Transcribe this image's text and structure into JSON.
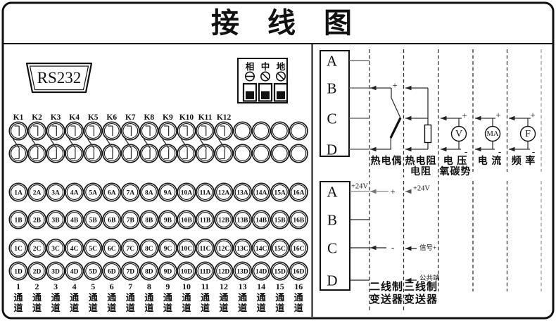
{
  "title": "接　线　图",
  "left_panel": {
    "rs232_label": "RS232",
    "power_terminals": [
      "相",
      "中",
      "地"
    ],
    "relay_labels": [
      "K1",
      "K2",
      "K3",
      "K4",
      "K5",
      "K6",
      "K7",
      "K8",
      "K9",
      "K10",
      "K11",
      "K12"
    ],
    "terminal_rows": {
      "A": [
        "1A",
        "2A",
        "3A",
        "4A",
        "5A",
        "6A",
        "7A",
        "8A",
        "9A",
        "10A",
        "11A",
        "12A",
        "13A",
        "14A",
        "15A",
        "16A"
      ],
      "B": [
        "1B",
        "2B",
        "3B",
        "4B",
        "5B",
        "6B",
        "7B",
        "8B",
        "9B",
        "10B",
        "11B",
        "12B",
        "13B",
        "14B",
        "15B",
        "16B"
      ],
      "C": [
        "1C",
        "2C",
        "3C",
        "4C",
        "5C",
        "6C",
        "7C",
        "8C",
        "9C",
        "10C",
        "11C",
        "12C",
        "13C",
        "14C",
        "15C",
        "16C"
      ],
      "D": [
        "1D",
        "2D",
        "3D",
        "4D",
        "5D",
        "6D",
        "7D",
        "8D",
        "9D",
        "10D",
        "11D",
        "12D",
        "13D",
        "14D",
        "15D",
        "16D"
      ]
    },
    "channels": {
      "numbers": [
        "1",
        "2",
        "3",
        "4",
        "5",
        "6",
        "7",
        "8",
        "9",
        "10",
        "11",
        "12",
        "13",
        "14",
        "15",
        "16"
      ],
      "label": "通道"
    }
  },
  "right_panel": {
    "top": {
      "terminals": [
        "A",
        "B",
        "C",
        "D"
      ],
      "signs": {
        "plus": "+",
        "minus": "-"
      },
      "sections": [
        {
          "line1": "热电偶",
          "line2": ""
        },
        {
          "line1": "热电阻",
          "line2": "电阻"
        },
        {
          "line1": "电 压",
          "line2": "氧碳势"
        },
        {
          "line1": "电 流",
          "line2": ""
        },
        {
          "line1": "频 率",
          "line2": ""
        }
      ],
      "meters": [
        "V",
        "MA",
        "F"
      ]
    },
    "bottom": {
      "terminals": [
        "A",
        "B",
        "C",
        "D"
      ],
      "labels": {
        "supply_left": "+24V",
        "supply_right": "+24V",
        "plus": "+",
        "minus": "-",
        "signal": "信号+",
        "common": "公共端"
      },
      "sections": [
        {
          "line1": "二线制",
          "line2": "变送器"
        },
        {
          "line1": "三线制",
          "line2": "变送器"
        }
      ]
    }
  }
}
